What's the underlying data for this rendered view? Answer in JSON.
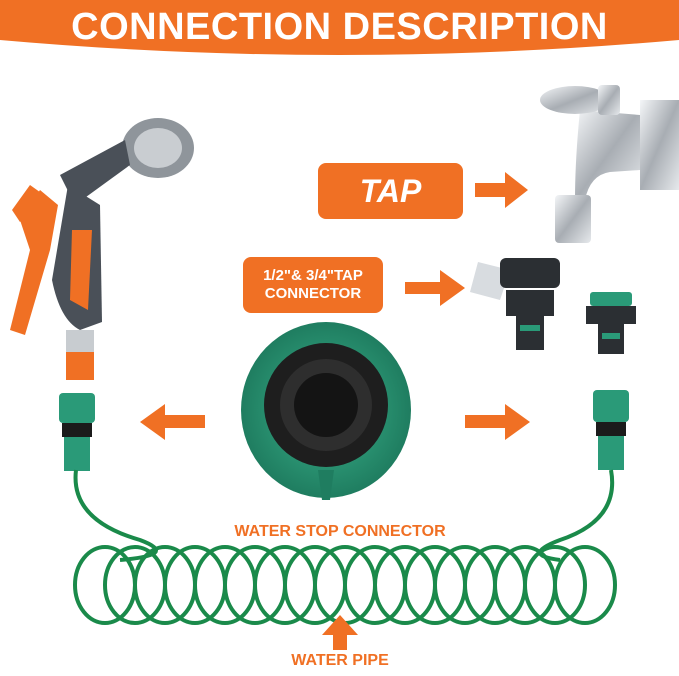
{
  "header": {
    "title": "CONNECTION DESCRIPTION"
  },
  "labels": {
    "tap": "TAP",
    "tap_connector_line1": "1/2\"& 3/4\"TAP",
    "tap_connector_line2": "CONNECTOR",
    "water_stop_connector": "WATER STOP CONNECTOR",
    "water_pipe": "WATER PIPE"
  },
  "colors": {
    "accent_orange": "#f07024",
    "hose_green": "#1a8a4a",
    "connector_teal": "#2a9a78",
    "chrome": "#c8ccd0",
    "gun_gray": "#4a5058"
  }
}
